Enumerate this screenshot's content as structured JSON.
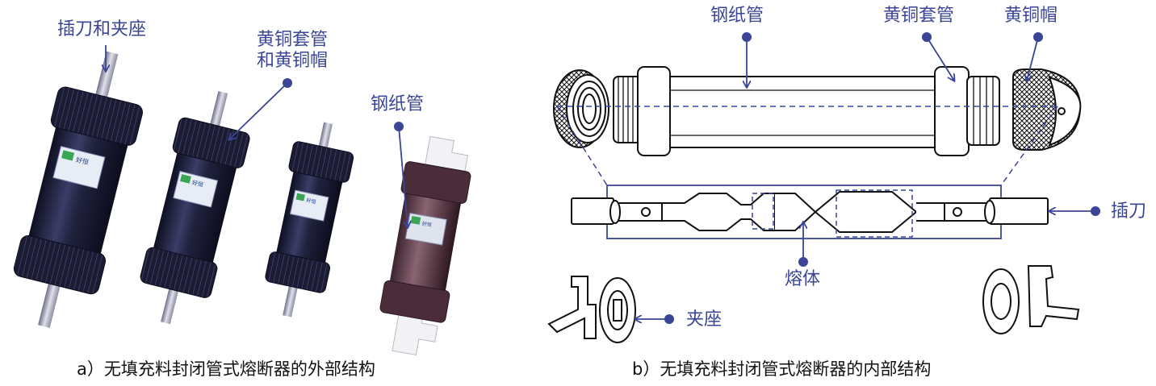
{
  "figure": {
    "panel_a": {
      "caption": "a）无填充料封闭管式熔断器的外部结构",
      "labels": {
        "blade_and_clip": "插刀和夹座",
        "brass_sleeve_line1": "黄铜套管",
        "brass_sleeve_line2": "和黄铜帽",
        "fiber_tube": "钢纸管"
      },
      "photo": "fuse-product-photo",
      "sticker_text": "好恒"
    },
    "panel_b": {
      "caption": "b）无填充料封闭管式熔断器的内部结构",
      "labels": {
        "fiber_tube": "钢纸管",
        "brass_sleeve": "黄铜套管",
        "brass_cap": "黄铜帽",
        "blade": "插刀",
        "fuse_element": "熔体",
        "clip_seat": "夹座"
      }
    },
    "colors": {
      "callout": "#3a4596",
      "fuse_body": "#1e1f38",
      "line_art": "#111111"
    }
  }
}
